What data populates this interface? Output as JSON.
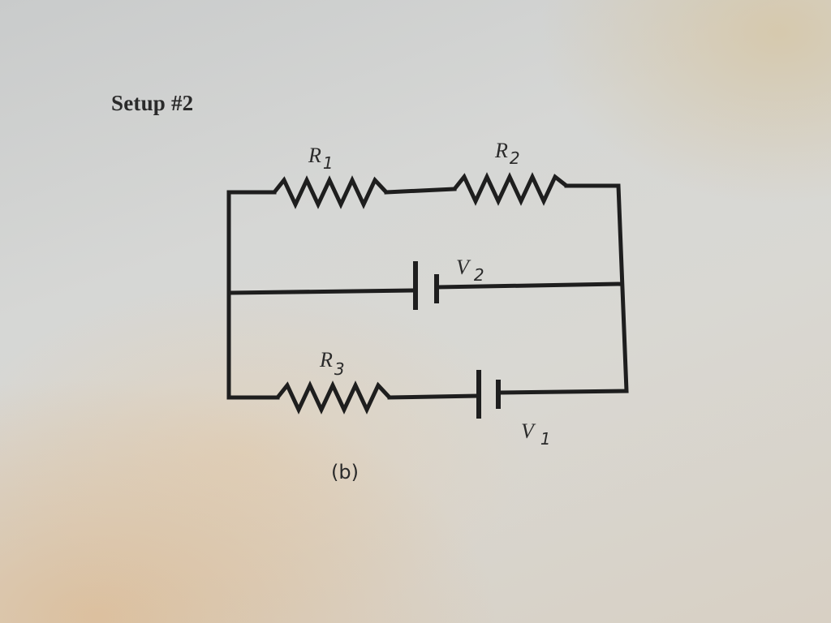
{
  "title": "Setup #2",
  "caption": "(b)",
  "components": {
    "R1": {
      "symbol": "R",
      "subscript": "1"
    },
    "R2": {
      "symbol": "R",
      "subscript": "2"
    },
    "R3": {
      "symbol": "R",
      "subscript": "3"
    },
    "V1": {
      "symbol": "V",
      "subscript": "1"
    },
    "V2": {
      "symbol": "V",
      "subscript": "2"
    }
  }
}
